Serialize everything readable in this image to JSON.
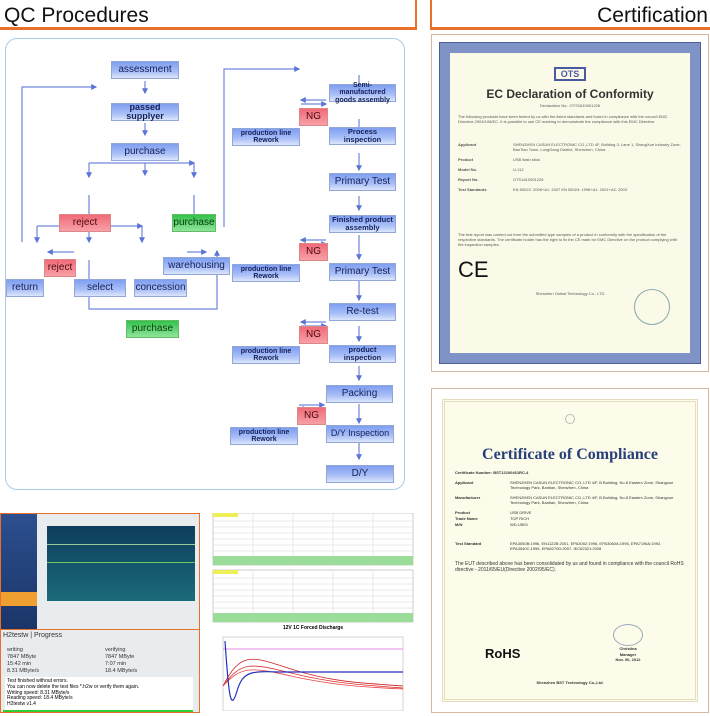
{
  "headers": {
    "qc": "QC Procedures",
    "cert": "Certification"
  },
  "flow": {
    "assessment": "assessment",
    "passed_supplier": "passed supplyer",
    "purchase": "purchase",
    "reject": "reject",
    "purchase_ok": "purchase",
    "reject2": "reject",
    "return": "return",
    "select": "select",
    "concession": "concession",
    "warehousing": "warehousing",
    "purchase_bottom": "purchase",
    "semi": "Semi-manufactured goods assembly",
    "process_inspection": "Process inspection",
    "primary_test": "Primary Test",
    "finished": "Finished product assembly",
    "primary_test2": "Primary Test",
    "retest": "Re-test",
    "product_inspection": "product inspection",
    "packing": "Packing",
    "dy_inspection": "D/Y Inspection",
    "dy": "D/Y",
    "ng": "NG",
    "rework": "production line Rework"
  },
  "cert_ec": {
    "logo": "OTS",
    "title": "EC Declaration of Conformity",
    "decl_no": "Declaration No.: OTS1610001226",
    "intro": "The following products have been tested by us with the listed standards and found in compliance with the council EMC Directive 2004/108/EC. It is possible to use CE marking to demonstrate the compliance with this EMC Directive.",
    "fields": [
      {
        "k": "Applicant",
        "v": "SHENZHEN CASUN ELECTRONIC CO.,LTD 4F, Building 3, Lane 1, ShangXue Industry Zone, BanTian Town, LongGang District, Shenzhen, China"
      },
      {
        "k": "Product",
        "v": "USB flash stick"
      },
      {
        "k": "Model No.",
        "v": "U-112"
      },
      {
        "k": "Report No.",
        "v": "OTS1610001226"
      },
      {
        "k": "Test Standards",
        "v": "EN 55022: 2006+A1: 2007  EN 55024: 1998+A1: 2001+A2: 2003"
      }
    ],
    "outro": "The test report was carried out from the submitted type samples of a product in conformity with the specification of the respective standards. The certificate holder has the right to fix the CE mark for EMC Directive on the product complying with the inspection samples.",
    "ce": "CE",
    "issuer": "Shenzhen Oulest Technology Co., LTD"
  },
  "cert_rohs": {
    "title": "Certificate of Compliance",
    "number_label": "Certificate Number:",
    "number": "BST12100461RC-4",
    "fields": [
      {
        "k": "Applicant",
        "v": "SHENZHEN CASUN ELECTRONIC CO.,LTD 4/F, B Building, No.8 Eastern Zone, Shangxue Technology Park, Bantian, Shenzhen, China"
      },
      {
        "k": "Manufacturer",
        "v": "SHENZHEN CASUN ELECTRONIC CO.,LTD 4/F, B Building, No.8 Eastern Zone, Shangxue Technology Park, Bantian, Shenzhen, China"
      },
      {
        "k": "Product",
        "v": "USB DRIVE"
      },
      {
        "k": "Trade Name",
        "v": "TOP RICH"
      },
      {
        "k": "M/N",
        "v": "WD-U503"
      },
      {
        "k": "Test Standard",
        "v": "EPA3050B:1996, EN1122B:2001, EPA3052:1996, EPA3060A:1996, EPA7196A:1992, EPA3540C:1996, EPA8270D:2007, IEC62321:2008"
      }
    ],
    "statement": "The EUT described above has been consolidated by us and found in compliance with the council RoHS directive - 2011/65/EU(Directive 2002/95/EC).",
    "rohs": "RoHS",
    "signer": "Christina",
    "role": "Manager",
    "date": "Nov. 06, 2012",
    "issuer": "Shenzhen BST Technology Co.,Ltd."
  },
  "h2testw": {
    "title": "H2testw | Progress",
    "writing": "writing",
    "verifying": "verifying",
    "w1": "7847 MByte",
    "w2": "15:42 min",
    "w3": "8.31 MByte/s",
    "v1": "7847 MByte",
    "v2": "7:07 min",
    "v3": "18.4 MByte/s",
    "log": "Test finished without errors.\nYou can now delete the test files *.h2w or verify them again.\nWriting speed: 8.31 MByte/s\nReading speed: 18.4 MByte/s\nH2testw v1.4",
    "progress": 1.0
  },
  "discharge": {
    "title": "12V 1C Forced Discharge"
  }
}
